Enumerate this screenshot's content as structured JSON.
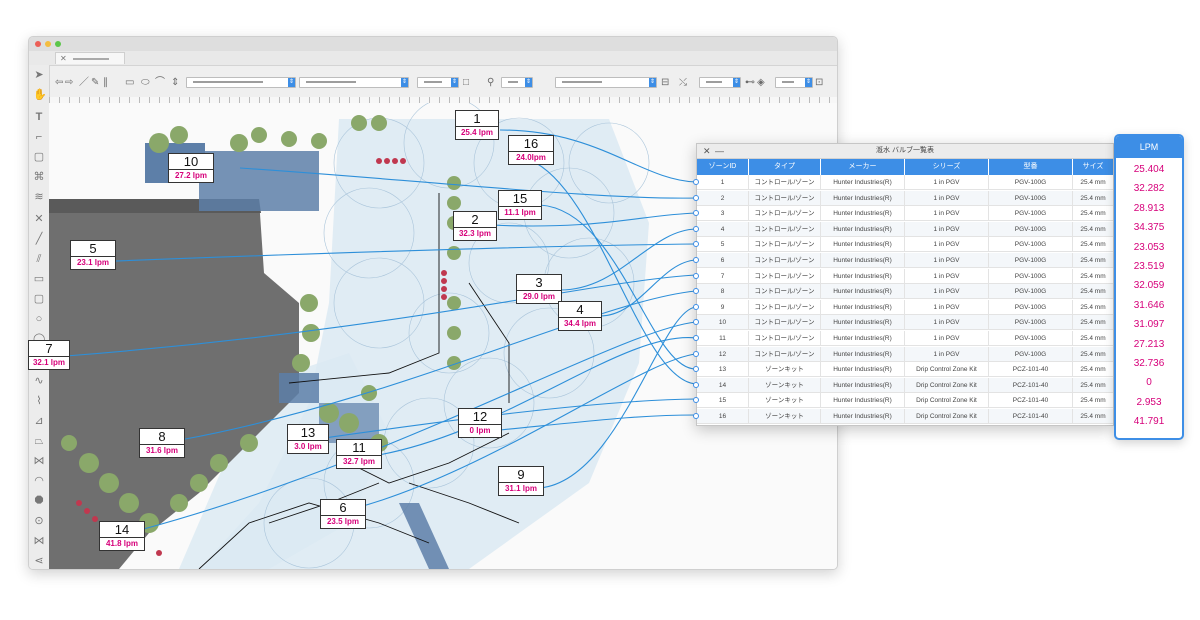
{
  "cad": {
    "tab_label": "✕"
  },
  "callouts": [
    {
      "num": "1",
      "rate": "25.4 lpm"
    },
    {
      "num": "16",
      "rate": "24.0lpm"
    },
    {
      "num": "10",
      "rate": "27.2 lpm"
    },
    {
      "num": "15",
      "rate": "11.1 lpm"
    },
    {
      "num": "2",
      "rate": "32.3 lpm"
    },
    {
      "num": "5",
      "rate": "23.1 lpm"
    },
    {
      "num": "3",
      "rate": "29.0 lpm"
    },
    {
      "num": "4",
      "rate": "34.4 lpm"
    },
    {
      "num": "7",
      "rate": "32.1 lpm"
    },
    {
      "num": "12",
      "rate": "0 lpm"
    },
    {
      "num": "13",
      "rate": "3.0 lpm"
    },
    {
      "num": "11",
      "rate": "32.7 lpm"
    },
    {
      "num": "8",
      "rate": "31.6 lpm"
    },
    {
      "num": "9",
      "rate": "31.1 lpm"
    },
    {
      "num": "6",
      "rate": "23.5 lpm"
    },
    {
      "num": "14",
      "rate": "41.8 lpm"
    }
  ],
  "valve_table": {
    "title": "漑水 バルブ一覧表",
    "close_icon": "✕",
    "minimize_icon": "—",
    "headers": [
      "ゾーンID",
      "タイプ",
      "メーカー",
      "シリーズ",
      "型番",
      "サイズ"
    ],
    "rows": [
      [
        "1",
        "コントロール/ゾーン",
        "Hunter Industries(R)",
        "1 in PGV",
        "PGV-100G",
        "25.4 mm"
      ],
      [
        "2",
        "コントロール/ゾーン",
        "Hunter Industries(R)",
        "1 in PGV",
        "PGV-100G",
        "25.4 mm"
      ],
      [
        "3",
        "コントロール/ゾーン",
        "Hunter Industries(R)",
        "1 in PGV",
        "PGV-100G",
        "25.4 mm"
      ],
      [
        "4",
        "コントロール/ゾーン",
        "Hunter Industries(R)",
        "1 in PGV",
        "PGV-100G",
        "25.4 mm"
      ],
      [
        "5",
        "コントロール/ゾーン",
        "Hunter Industries(R)",
        "1 in PGV",
        "PGV-100G",
        "25.4 mm"
      ],
      [
        "6",
        "コントロール/ゾーン",
        "Hunter Industries(R)",
        "1 in PGV",
        "PGV-100G",
        "25.4 mm"
      ],
      [
        "7",
        "コントロール/ゾーン",
        "Hunter Industries(R)",
        "1 in PGV",
        "PGV-100G",
        "25.4 mm"
      ],
      [
        "8",
        "コントロール/ゾーン",
        "Hunter Industries(R)",
        "1 in PGV",
        "PGV-100G",
        "25.4 mm"
      ],
      [
        "9",
        "コントロール/ゾーン",
        "Hunter Industries(R)",
        "1 in PGV",
        "PGV-100G",
        "25.4 mm"
      ],
      [
        "10",
        "コントロール/ゾーン",
        "Hunter Industries(R)",
        "1 in PGV",
        "PGV-100G",
        "25.4 mm"
      ],
      [
        "11",
        "コントロール/ゾーン",
        "Hunter Industries(R)",
        "1 in PGV",
        "PGV-100G",
        "25.4 mm"
      ],
      [
        "12",
        "コントロール/ゾーン",
        "Hunter Industries(R)",
        "1 in PGV",
        "PGV-100G",
        "25.4 mm"
      ],
      [
        "13",
        "ゾーンキット",
        "Hunter Industries(R)",
        "Drip Control Zone Kit",
        "PCZ-101-40",
        "25.4 mm"
      ],
      [
        "14",
        "ゾーンキット",
        "Hunter Industries(R)",
        "Drip Control Zone Kit",
        "PCZ-101-40",
        "25.4 mm"
      ],
      [
        "15",
        "ゾーンキット",
        "Hunter Industries(R)",
        "Drip Control Zone Kit",
        "PCZ-101-40",
        "25.4 mm"
      ],
      [
        "16",
        "ゾーンキット",
        "Hunter Industries(R)",
        "Drip Control Zone Kit",
        "PCZ-101-40",
        "25.4 mm"
      ]
    ]
  },
  "lpm_panel": {
    "header": "LPM",
    "values": [
      "25.404",
      "32.282",
      "28.913",
      "34.375",
      "23.053",
      "23.519",
      "32.059",
      "31.646",
      "31.097",
      "27.213",
      "32.736",
      "0",
      "2.953",
      "41.791"
    ]
  },
  "colors": {
    "accent": "#3d8ee6",
    "flow_rate": "#d6007a",
    "building": "#6f6f6f",
    "paving": "#5d7fa8",
    "planting": "#8aa86a",
    "coverage": "#cfe3f1"
  },
  "icons": {
    "select": "▲",
    "hand": "✋",
    "text": "T",
    "search": "⚲",
    "doc": "□"
  }
}
